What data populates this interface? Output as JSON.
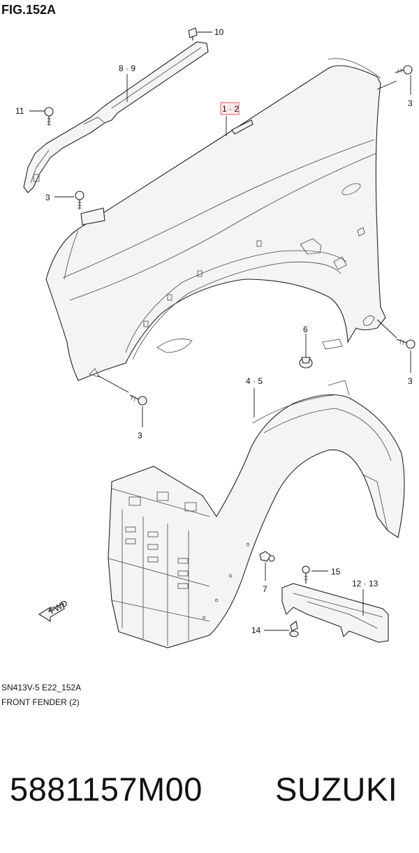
{
  "figure": {
    "title": "FIG.152A",
    "code": "SN413V-5 E22_152A",
    "name": "FRONT FENDER (2)"
  },
  "callouts": {
    "c10": "10",
    "c89": "8 · 9",
    "c11": "11",
    "c12": "1 · 2",
    "c3a": "3",
    "c3b": "3",
    "c3c": "3",
    "c3d": "3",
    "c6": "6",
    "c45": "4 · 5",
    "c7": "7",
    "c15": "15",
    "c1213": "12 · 13",
    "c14": "14",
    "fwd": "FWD"
  },
  "highlight_color": "#e05a6a",
  "product": {
    "part_number": "5881157M00",
    "brand": "SUZUKI"
  }
}
